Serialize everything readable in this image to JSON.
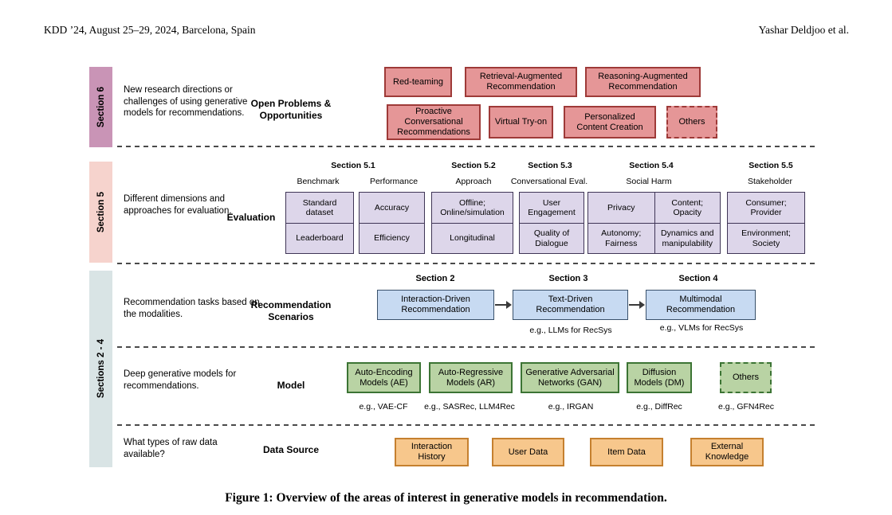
{
  "header": {
    "conference": "KDD ’24, August 25–29, 2024, Barcelona, Spain",
    "authors": "Yashar Deldjoo et al."
  },
  "caption": "Figure 1: Overview of the areas of interest in generative models in recommendation.",
  "colors": {
    "open_problems_fill": "#e59697",
    "open_problems_border": "#9e3a38",
    "evaluation_fill": "#ddd6ea",
    "evaluation_border": "#3f3556",
    "scenarios_fill": "#c7daf2",
    "scenarios_border": "#39516b",
    "model_fill": "#b9d3a4",
    "model_border": "#3c7434",
    "data_fill": "#f7c78c",
    "data_border": "#c5802f",
    "sidebar_s6": "#c994b6",
    "sidebar_s5": "#f6d3cd",
    "sidebar_s24": "#d9e4e5"
  },
  "s6": {
    "sidebar": "Section 6",
    "description": "New research directions or challenges of using generative models for recommendations.",
    "category": "Open Problems & Opportunities",
    "row1": [
      "Red-teaming",
      "Retrieval-Augmented Recommendation",
      "Reasoning-Augmented Recommendation"
    ],
    "row2": [
      "Proactive Conversational Recommendations",
      "Virtual Try-on",
      "Personalized Content Creation",
      "Others"
    ]
  },
  "s5": {
    "sidebar": "Section 5",
    "description": "Different dimensions and approaches for evaluation.",
    "category": "Evaluation",
    "headers": [
      "Section 5.1",
      "Section 5.2",
      "Section 5.3",
      "Section 5.4",
      "Section 5.5"
    ],
    "subheaders": [
      "Benchmark",
      "Performance",
      "Approach",
      "Conversational Eval.",
      "Social Harm",
      "Stakeholder"
    ],
    "benchmark": [
      "Standard dataset",
      "Leaderboard"
    ],
    "performance": [
      "Accuracy",
      "Efficiency"
    ],
    "approach": [
      "Offline; Online/simulation",
      "Longitudinal"
    ],
    "conversational": [
      "User Engagement",
      "Quality of Dialogue"
    ],
    "social_harm": [
      "Privacy",
      "Content; Opacity",
      "Autonomy; Fairness",
      "Dynamics and manipulability"
    ],
    "stakeholder": [
      "Consumer; Provider",
      "Environment; Society"
    ]
  },
  "s24": {
    "sidebar": "Sections 2 - 4",
    "scenarios": {
      "description": "Recommendation tasks based on the modalities.",
      "category": "Recommendation Scenarios",
      "headers": [
        "Section 2",
        "Section 3",
        "Section 4"
      ],
      "boxes": [
        "Interaction-Driven Recommendation",
        "Text-Driven Recommendation",
        "Multimodal Recommendation"
      ],
      "examples": [
        "e.g., LLMs for RecSys",
        "e.g., VLMs for RecSys"
      ]
    },
    "model": {
      "description": "Deep generative models for recommendations.",
      "category": "Model",
      "boxes": [
        "Auto-Encoding Models (AE)",
        "Auto-Regressive Models (AR)",
        "Generative Adversarial Networks (GAN)",
        "Diffusion Models (DM)",
        "Others"
      ],
      "examples": [
        "e.g., VAE-CF",
        "e.g., SASRec, LLM4Rec",
        "e.g., IRGAN",
        "e.g., DiffRec",
        "e.g., GFN4Rec"
      ]
    },
    "data_source": {
      "description": "What types of raw data available?",
      "category": "Data Source",
      "boxes": [
        "Interaction History",
        "User Data",
        "Item Data",
        "External Knowledge"
      ]
    }
  }
}
